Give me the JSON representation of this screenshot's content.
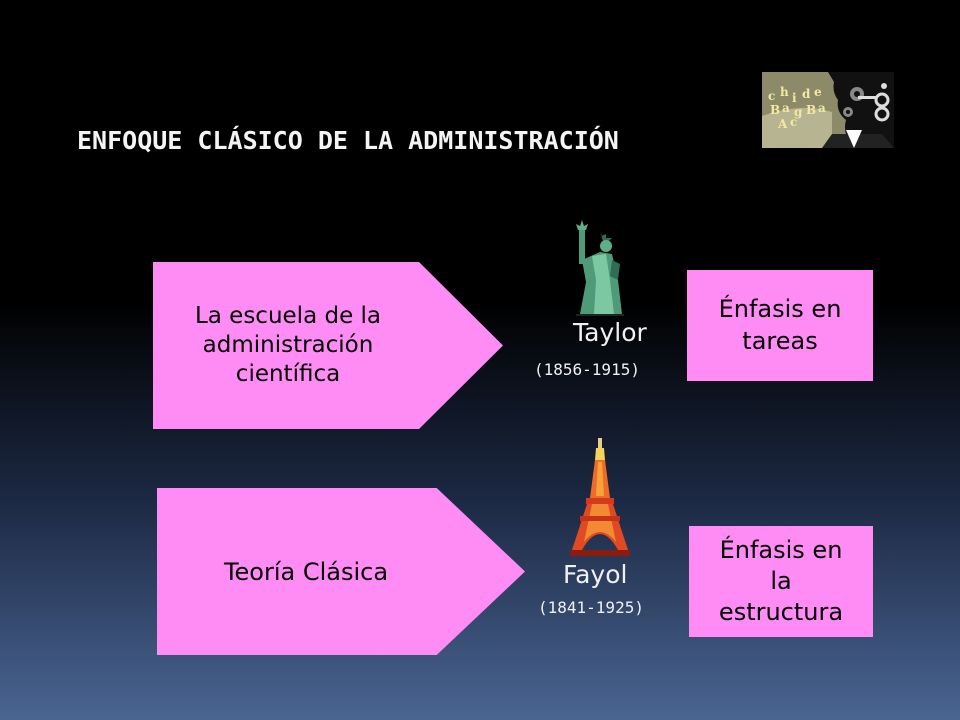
{
  "title": "ENFOQUE CLÁSICO DE LA ADMINISTRACIÓN",
  "logo": {
    "icon": "alphabet-head-gears-icon",
    "letters": [
      "c",
      "h",
      "i",
      "d",
      "e",
      "B",
      "a",
      "g",
      "B",
      "a",
      "A",
      "c"
    ]
  },
  "rows": [
    {
      "school": "La escuela de la administración científica",
      "person": "Taylor",
      "years": "(1856-1915)",
      "icon": "statue-of-liberty-icon",
      "emphasis": "Énfasis en tareas"
    },
    {
      "school": "Teoría Clásica",
      "person": "Fayol",
      "years": "(1841-1925)",
      "icon": "eiffel-tower-icon",
      "emphasis": "Énfasis en la estructura"
    }
  ],
  "colors": {
    "accent": "#ff8cf5",
    "background_top": "#000000",
    "background_bottom": "#4a6592"
  }
}
